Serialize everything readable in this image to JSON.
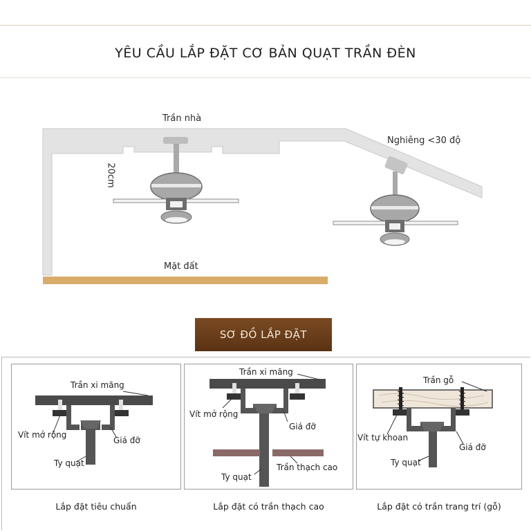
{
  "title": "YÊU CẦU LẮP ĐẶT CƠ BẢN QUẠT TRẦN ĐÈN",
  "top_diagram": {
    "ceiling_label": "Trần nhà",
    "distance_label": "20cm",
    "tilt_label": "Nghiêng <30 độ",
    "floor_label": "Mặt đất"
  },
  "section_button": "SƠ ĐỒ LẮP ĐẶT",
  "panels": [
    {
      "ceiling_label": "Trần xi măng",
      "screw_label": "Vít mở rộng",
      "bracket_label": "Giá đỡ",
      "rod_label": "Ty quạt",
      "caption": "Lắp đặt tiêu chuẩn"
    },
    {
      "ceiling_label": "Trần xi măng",
      "screw_label": "Vít mở rộng",
      "bracket_label": "Giá đỡ",
      "rod_label": "Ty quạt",
      "gypsum_label": "Trần thạch cao",
      "caption": "Lắp đặt có trần thạch cao"
    },
    {
      "ceiling_label": "Trần gỗ",
      "screw_label": "Vít tự khoan",
      "bracket_label": "Giá đỡ",
      "rod_label": "Ty quạt",
      "caption": "Lắp đặt có trần trang trí (gỗ)"
    }
  ],
  "colors": {
    "ceiling": "#e2e2e2",
    "metal": "#4a4a4a",
    "floor": "#d9ac6a",
    "gypsum": "#8a6a66",
    "wood": "#efe6da",
    "button": "#6b3f1c"
  }
}
